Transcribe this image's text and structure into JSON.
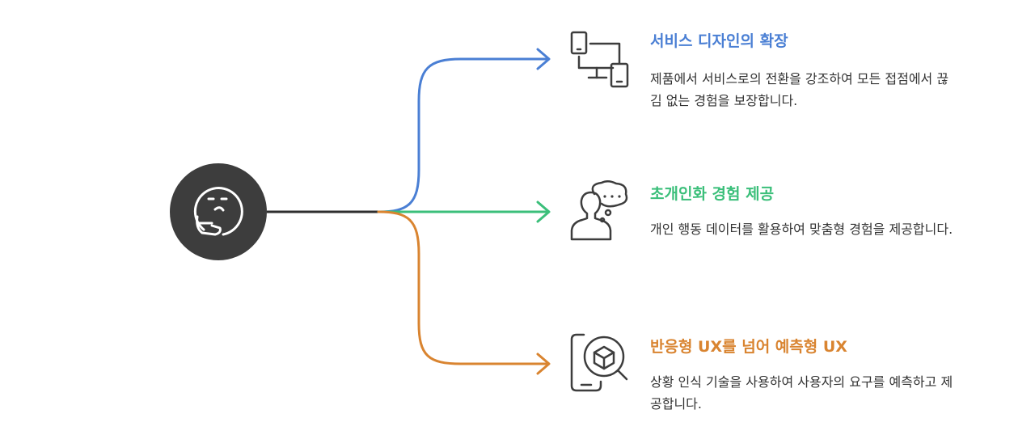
{
  "colors": {
    "center_node": "#3d3d3d",
    "center_line": "#2e2e2e",
    "icon_stroke": "#3d3d3d",
    "blue": "#4a7fd4",
    "green": "#3bbf7a",
    "orange": "#d98430"
  },
  "center": {
    "icon": "thinking-face-icon"
  },
  "branches": [
    {
      "color_key": "blue",
      "icon": "devices-icon",
      "title": "서비스 디자인의 확장",
      "description": "제품에서 서비스로의 전환을 강조하여 모든 접점에서 끊김 없는 경험을 보장합니다."
    },
    {
      "color_key": "green",
      "icon": "person-thought-icon",
      "title": "초개인화 경험 제공",
      "description": "개인 행동 데이터를 활용하여 맞춤형 경험을 제공합니다."
    },
    {
      "color_key": "orange",
      "icon": "mobile-search-icon",
      "title": "반응형 UX를 넘어 예측형 UX",
      "description": "상황 인식 기술을 사용하여 사용자의 요구를 예측하고 제공합니다."
    }
  ]
}
